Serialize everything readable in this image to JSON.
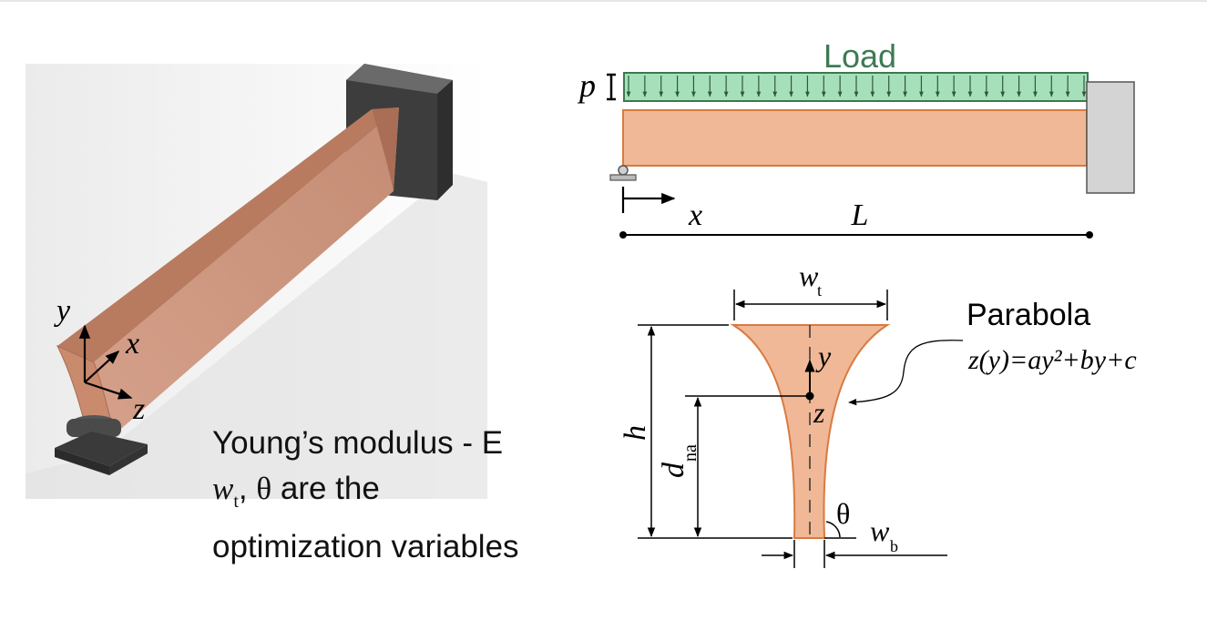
{
  "render_3d": {
    "axes": {
      "y": "y",
      "x": "x",
      "z": "z"
    }
  },
  "caption": {
    "line1": "Young’s modulus - E",
    "var_w": "w",
    "var_w_sub": "t",
    "line2_sep": ", ",
    "theta": "θ",
    "line2_rest": " are the",
    "line3": "optimization variables"
  },
  "beam_diagram": {
    "load_title": "Load",
    "p_label": "p",
    "x_label": "x",
    "length_label": "L"
  },
  "cross_section": {
    "wt_label": "w",
    "wt_sub": "t",
    "h_label": "h",
    "dna_label": "d",
    "dna_sub": "na",
    "y_label": "y",
    "z_label": "z",
    "theta_label": "θ",
    "wb_label": "w",
    "wb_sub": "b",
    "parabola_title": "Parabola",
    "parabola_equation": "z(y)=ay²+by+c"
  },
  "colors": {
    "beam_fill": "#f0b896",
    "beam_stroke": "#d97a40",
    "load_fill": "#a6e0bb",
    "load_stroke": "#3a7a4c",
    "load_title": "#3f7a55",
    "support_fill": "#d4d4d4",
    "render_beam": "#c98a6e",
    "render_block": "#4a4a4a"
  }
}
